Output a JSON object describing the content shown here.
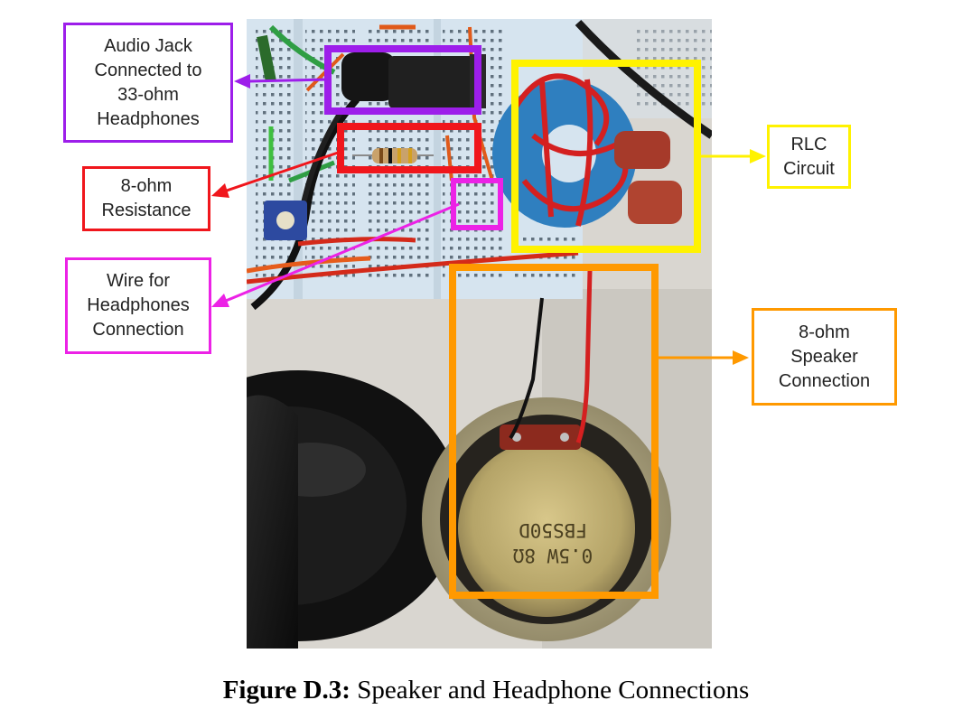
{
  "colors": {
    "audio_jack": "#9d1eea",
    "resistance": "#f0161c",
    "headphone_wire": "#ec22e6",
    "rlc": "#fff200",
    "speaker": "#ff9900"
  },
  "labels": {
    "audio_jack": "Audio Jack\nConnected to\n33-ohm\nHeadphones",
    "resistance": "8-ohm\nResistance",
    "headphone_wire": "Wire for\nHeadphones\nConnection",
    "rlc": "RLC\nCircuit",
    "speaker": "8-ohm\nSpeaker\nConnection"
  },
  "speaker_print": {
    "rating": "0.5W 8Ω",
    "model": "FBS50D"
  },
  "caption": {
    "number": "Figure D.3:",
    "text": " Speaker and Headphone Connections"
  }
}
